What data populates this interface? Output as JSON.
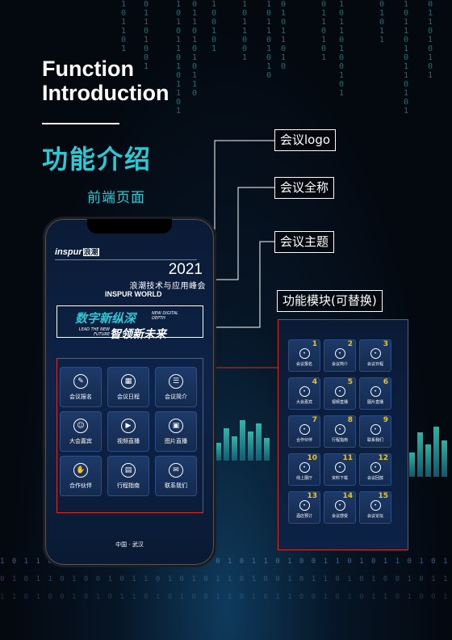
{
  "title_en_line1": "Function",
  "title_en_line2": "Introduction",
  "title_zh": "功能介绍",
  "subtitle": "前端页面",
  "callouts": {
    "logo": "会议logo",
    "fullname": "会议全称",
    "theme": "会议主题",
    "modules": "功能模块(可替换)"
  },
  "phone": {
    "brand_logo": "inspur",
    "brand_logo_cn": "浪潮",
    "conf_year": "2021",
    "conf_name": "浪潮技术与应用峰会",
    "conf_en": "INSPUR WORLD",
    "theme_line1": "数字新纵深",
    "theme_line2": "智领新未来",
    "theme_tiny1": "NEW DIGITAL DEPTH",
    "theme_tiny2": "LEAD THE NEW FUTURE",
    "tiles": [
      {
        "label": "会议报名",
        "icon": "edit-icon"
      },
      {
        "label": "会议日程",
        "icon": "calendar-icon"
      },
      {
        "label": "会议简介",
        "icon": "document-icon"
      },
      {
        "label": "大会嘉宾",
        "icon": "people-icon"
      },
      {
        "label": "视频直播",
        "icon": "video-icon"
      },
      {
        "label": "图片直播",
        "icon": "image-icon"
      },
      {
        "label": "合作伙伴",
        "icon": "handshake-icon"
      },
      {
        "label": "行程指南",
        "icon": "luggage-icon"
      },
      {
        "label": "联系我们",
        "icon": "chat-icon"
      }
    ],
    "footer": "中国 · 武汉"
  },
  "modules": [
    {
      "num": "1",
      "label": "会议报名"
    },
    {
      "num": "2",
      "label": "会议简介"
    },
    {
      "num": "3",
      "label": "会议日程"
    },
    {
      "num": "4",
      "label": "大会嘉宾"
    },
    {
      "num": "5",
      "label": "视频直播"
    },
    {
      "num": "6",
      "label": "图片直播"
    },
    {
      "num": "7",
      "label": "合作伙伴"
    },
    {
      "num": "8",
      "label": "行程指南"
    },
    {
      "num": "9",
      "label": "联系我们"
    },
    {
      "num": "10",
      "label": "线上展厅"
    },
    {
      "num": "11",
      "label": "资料下载"
    },
    {
      "num": "12",
      "label": "会议回放"
    },
    {
      "num": "13",
      "label": "酒店预订"
    },
    {
      "num": "14",
      "label": "会议感受"
    },
    {
      "num": "15",
      "label": "会议论坛"
    }
  ],
  "colors": {
    "accent": "#2ec8d4",
    "callout_line": "#ffffff",
    "highlight_border": "#d0302a",
    "number": "#f0c419"
  }
}
